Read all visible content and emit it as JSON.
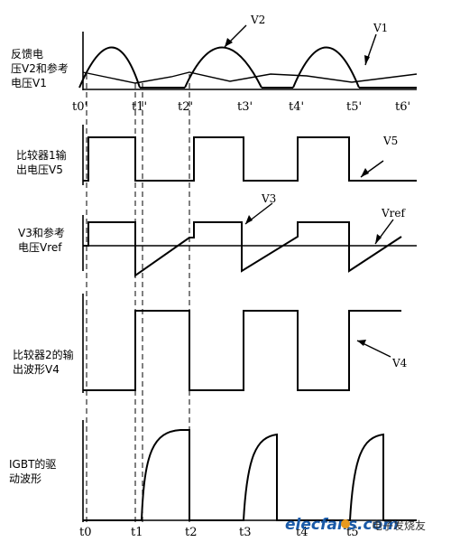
{
  "panels": {
    "feedback": {
      "label_line1": "反馈电",
      "label_line2": "压V2和参考",
      "label_line3": "电压V1"
    },
    "comparator1": {
      "label_line1": "比较器1输",
      "label_line2": "出电压V5"
    },
    "v3vref": {
      "label_line1": "V3和参考",
      "label_line2": "电压Vref"
    },
    "comparator2": {
      "label_line1": "比较器2的输",
      "label_line2": "出波形V4"
    },
    "igbt": {
      "label_line1": "IGBT的驱",
      "label_line2": "动波形"
    }
  },
  "signals": {
    "v1": "V1",
    "v2": "V2",
    "v3": "V3",
    "v4": "V4",
    "v5": "V5",
    "vref": "Vref"
  },
  "top_ticks": [
    "t0'",
    "t1'",
    "t2'",
    "t3'",
    "t4'",
    "t5'",
    "t6'"
  ],
  "bottom_ticks": [
    "t0",
    "t1",
    "t2",
    "t3",
    "t4",
    "t5"
  ],
  "watermark": {
    "text": "elecfans.com",
    "cn_text": "电子发烧友"
  }
}
